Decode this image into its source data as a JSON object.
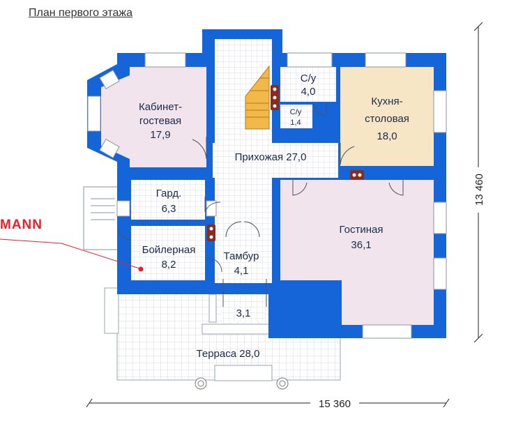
{
  "title": "План первого этажа",
  "brand": "MANN",
  "rooms": {
    "cabinet": {
      "name1": "Кабинет-",
      "name2": "гостевая",
      "area": "17,9"
    },
    "su_big": {
      "name": "С/у",
      "area": "4,0"
    },
    "su_small": {
      "name": "С/у",
      "area": "1,4"
    },
    "kitchen": {
      "name1": "Кухня-",
      "name2": "столовая",
      "area": "18,0"
    },
    "hall": {
      "name": "Прихожая 27,0"
    },
    "gard": {
      "name": "Гард.",
      "area": "6,3"
    },
    "boiler": {
      "name": "Бойлерная",
      "area": "8,2"
    },
    "tambur": {
      "name": "Тамбур",
      "area": "4,1"
    },
    "living": {
      "name": "Гостиная",
      "area": "36,1"
    },
    "porch": {
      "area": "3,1"
    },
    "terrace": {
      "name": "Терраса 28,0"
    }
  },
  "dimensions": {
    "width": "15 360",
    "height": "13 460"
  },
  "colors": {
    "wall": "#1565d8",
    "tile": "#dfe3ea",
    "cabinet": "#f1e4ec",
    "kitchen": "#f6e6c6",
    "living": "#f1e4ec",
    "stairs": "#f2b84a",
    "fireplace": "#8a2c1d"
  }
}
